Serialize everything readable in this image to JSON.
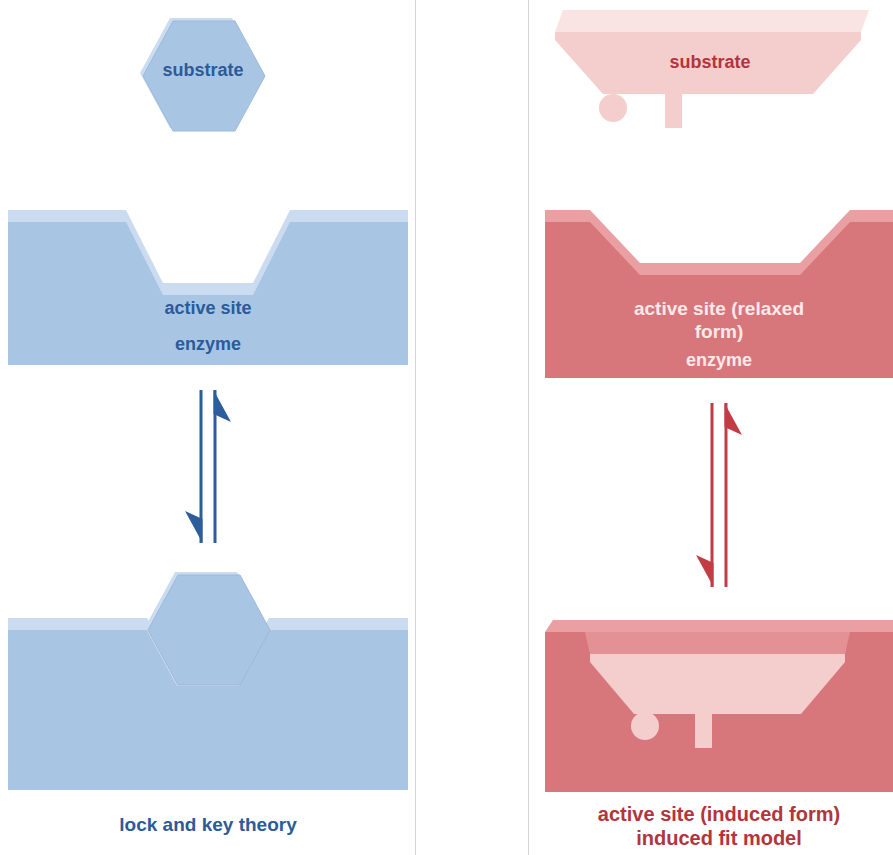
{
  "diagram": {
    "nodes": [
      {
        "text": [
          "substrate"
        ]
      },
      {
        "text": [
          "active site",
          "enzyme"
        ]
      },
      {
        "text": [
          "lock and key theory"
        ]
      },
      {
        "text": [
          "substrate"
        ]
      },
      {
        "text": [
          "active site (relaxed form)",
          "enzyme"
        ]
      },
      {
        "text": [
          "active site (induced form)",
          "induced fit model"
        ]
      }
    ],
    "edges": [
      {
        "from": 1,
        "to": 2,
        "arrow": "both"
      },
      {
        "from": 4,
        "to": 5,
        "arrow": "both"
      }
    ]
  }
}
